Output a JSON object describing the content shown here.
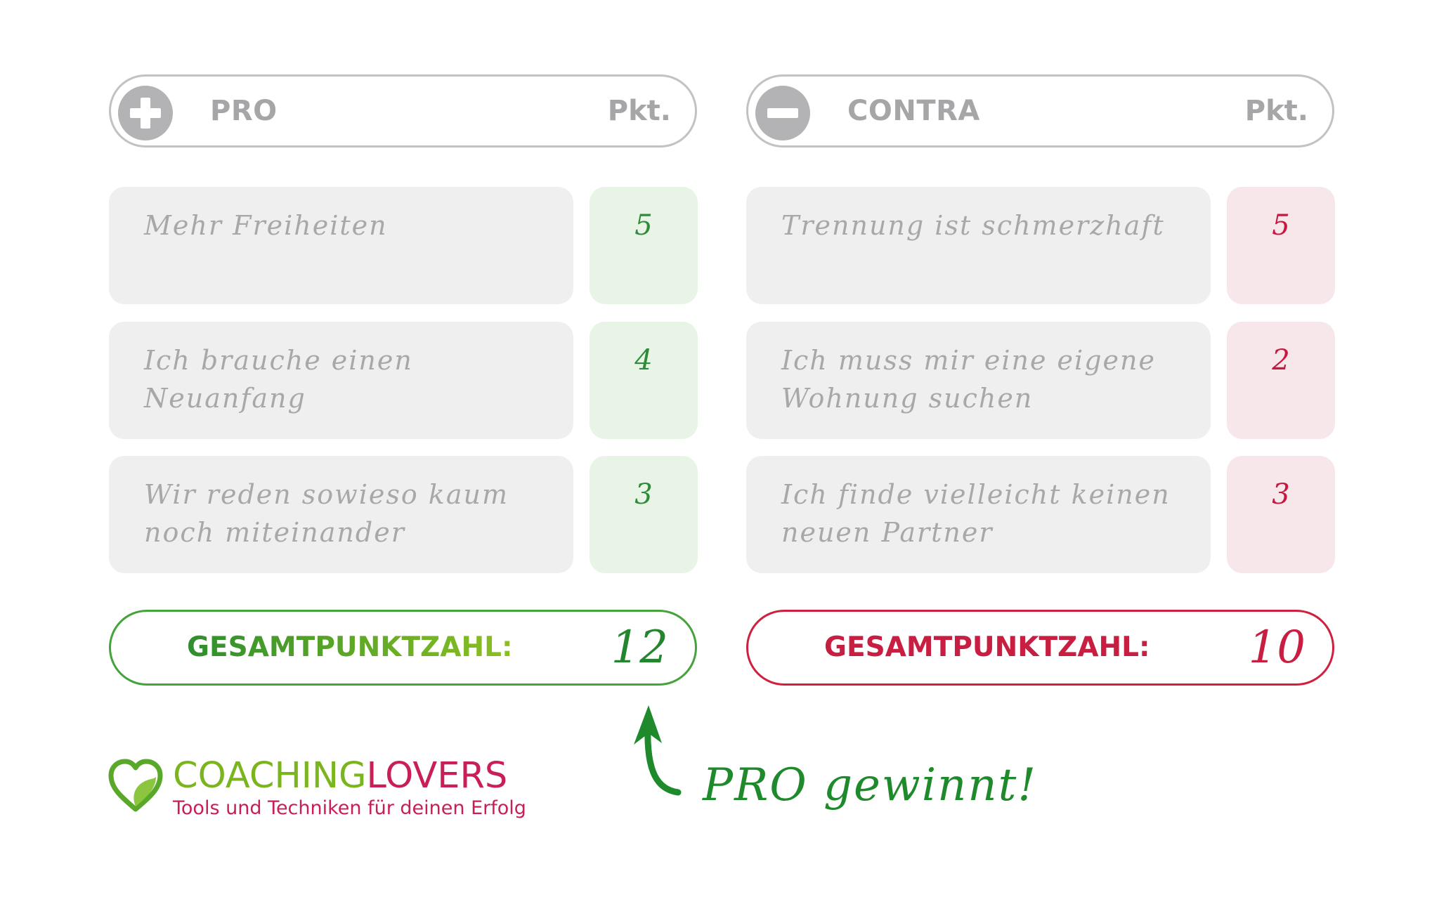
{
  "pro": {
    "header": {
      "title": "PRO",
      "points_label": "Pkt.",
      "icon": "plus-icon"
    },
    "items": [
      {
        "text": "Mehr Freiheiten",
        "score": "5"
      },
      {
        "text": "Ich brauche einen Neuanfang",
        "score": "4"
      },
      {
        "text": "Wir reden sowieso kaum noch miteinander",
        "score": "3"
      }
    ],
    "total": {
      "label": "GESAMTPUNKTZAHL:",
      "value": "12"
    }
  },
  "contra": {
    "header": {
      "title": "CONTRA",
      "points_label": "Pkt.",
      "icon": "minus-icon"
    },
    "items": [
      {
        "text": "Trennung ist schmerzhaft",
        "score": "5"
      },
      {
        "text": "Ich muss mir eine eigene Wohnung suchen",
        "score": "2"
      },
      {
        "text": "Ich finde vielleicht keinen neuen Partner",
        "score": "3"
      }
    ],
    "total": {
      "label": "GESAMTPUNKTZAHL:",
      "value": "10"
    }
  },
  "logo": {
    "name_part1": "COACHING",
    "name_part2": "LOVERS",
    "tagline": "Tools und Techniken für deinen Erfolg",
    "icon": "heart-icon"
  },
  "winner_note": "PRO gewinnt!",
  "colors": {
    "pro_green": "#2e8b3a",
    "contra_red": "#c8183f",
    "header_gray": "#a6a6a8",
    "cell_gray": "#efefef"
  }
}
